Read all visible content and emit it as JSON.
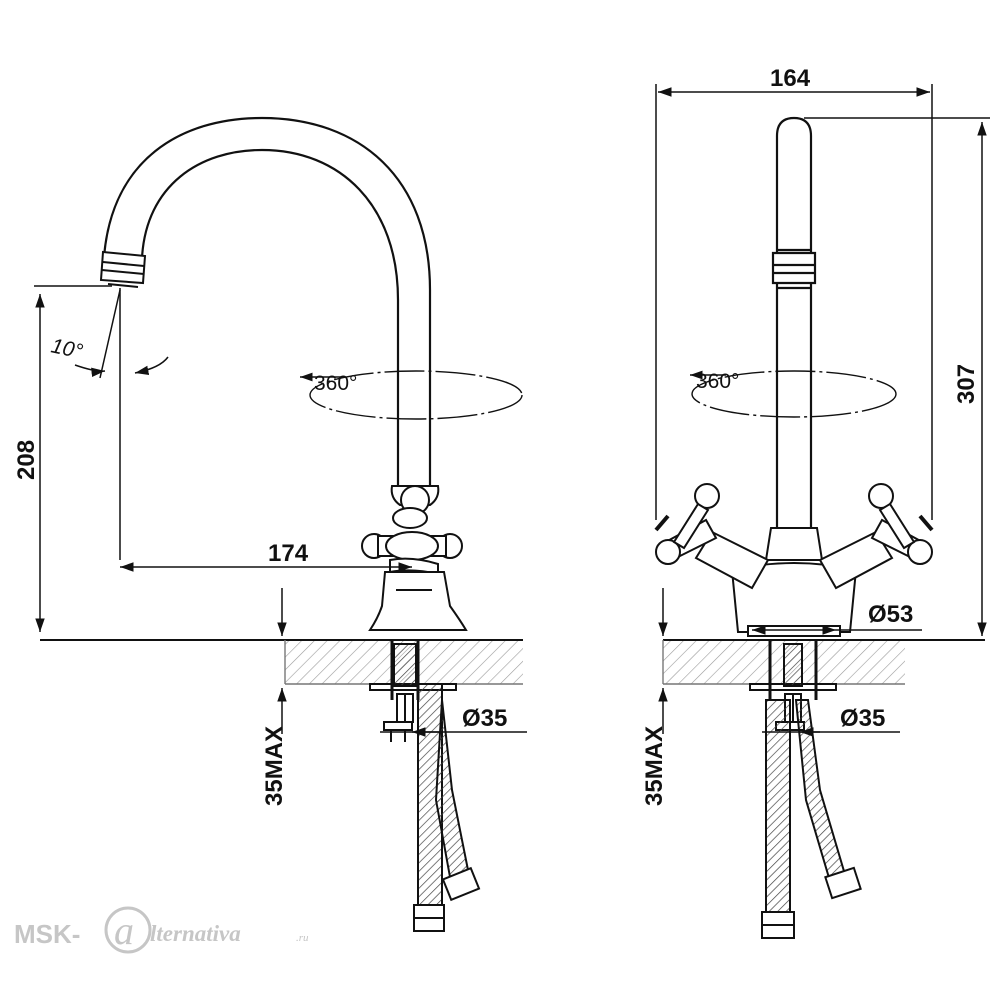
{
  "colors": {
    "line": "#111111",
    "hatch": "#9a9a9a",
    "watermark": "#c6c6c6",
    "background": "#ffffff"
  },
  "side_view": {
    "dim_horizontal_reach": "174",
    "dim_height": "208",
    "angle_tilt": "10°",
    "angle_rotation": "360°",
    "dim_hole": "Ø35",
    "dim_counter_thickness": "35MAX"
  },
  "front_view": {
    "dim_width": "164",
    "dim_total_height": "307",
    "angle_rotation": "360°",
    "dim_base": "Ø53",
    "dim_hole": "Ø35",
    "dim_counter_thickness": "35MAX"
  },
  "watermark": {
    "prefix": "MSK-",
    "a_glyph": "a",
    "script": "lternativa",
    "suffix": ".ru"
  }
}
